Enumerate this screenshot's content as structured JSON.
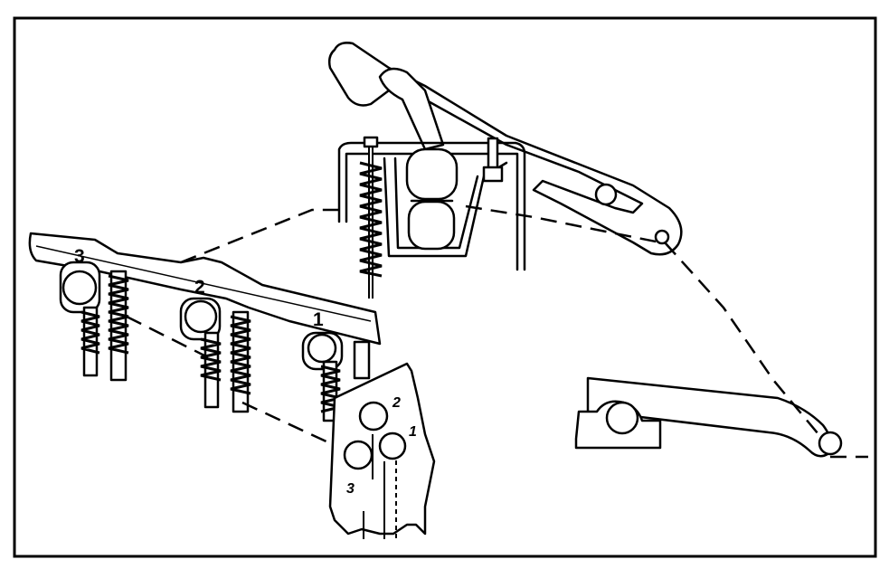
{
  "diagram": {
    "bar_labels": {
      "tap_3": "3",
      "tap_2": "2",
      "tap_1": "1"
    },
    "plate_labels": {
      "hole_2": "2",
      "hole_1": "1",
      "hole_3": "3"
    }
  }
}
